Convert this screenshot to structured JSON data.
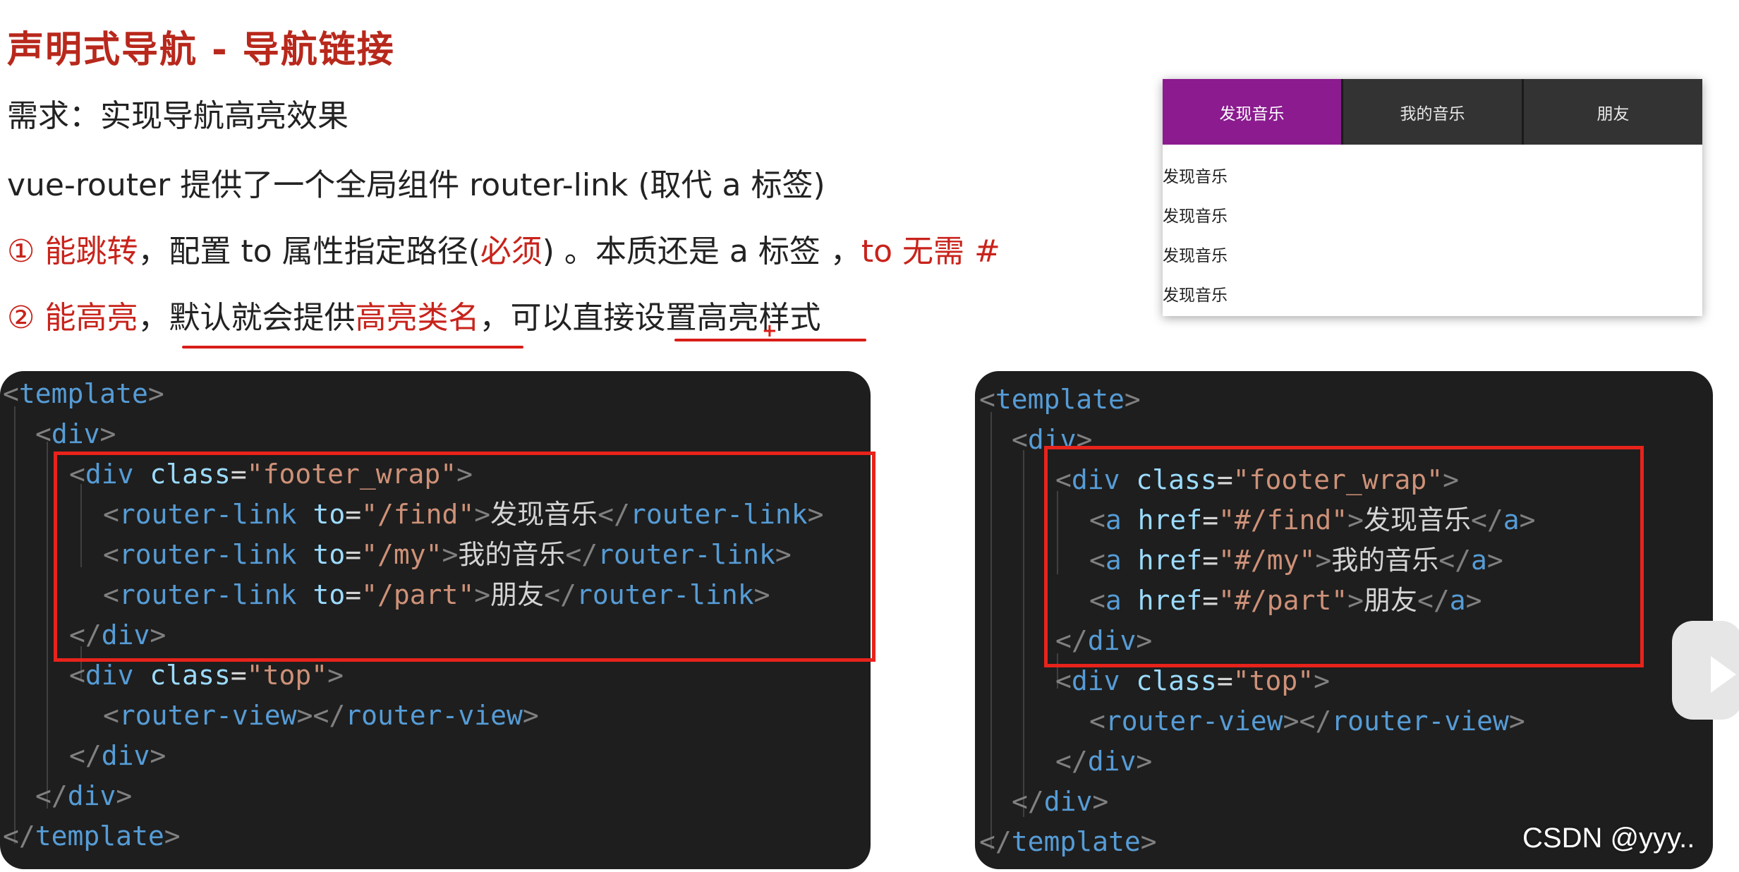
{
  "title": "声明式导航 - 导航链接",
  "requirement": "需求：实现导航高亮效果",
  "intro": "vue-router 提供了一个全局组件 router-link (取代 a 标签)",
  "point1": {
    "num": "①",
    "head": "能跳转",
    "mid": "，配置 to 属性指定路径(",
    "must": "必须",
    "tail": ") 。本质还是 a 标签 ，",
    "note": "to 无需 #"
  },
  "point2": {
    "num": "②",
    "head": "能高亮",
    "mid": "，默认就会提供",
    "hl": "高亮类名",
    "tail": "，可以直接设置高亮样式"
  },
  "preview": {
    "tabs": [
      "发现音乐",
      "我的音乐",
      "朋友"
    ],
    "active_tab": 0,
    "active_color": "#8b1b8f",
    "items": [
      "发现音乐",
      "发现音乐",
      "发现音乐",
      "发现音乐"
    ]
  },
  "code1": {
    "template": "template",
    "div": "div",
    "class_attr": "class",
    "footer_class": "\"footer_wrap\"",
    "link_tag": "router-link",
    "to_attr": "to",
    "links": [
      {
        "path": "\"/find\"",
        "text": "发现音乐"
      },
      {
        "path": "\"/my\"",
        "text": "我的音乐"
      },
      {
        "path": "\"/part\"",
        "text": "朋友"
      }
    ],
    "top_class": "\"top\"",
    "view_tag": "router-view"
  },
  "code2": {
    "template": "template",
    "div": "div",
    "class_attr": "class",
    "footer_class": "\"footer_wrap\"",
    "a_tag": "a",
    "href_attr": "href",
    "links": [
      {
        "path": "\"#/find\"",
        "text": "发现音乐"
      },
      {
        "path": "\"#/my\"",
        "text": "我的音乐"
      },
      {
        "path": "\"#/part\"",
        "text": "朋友"
      }
    ],
    "top_class": "\"top\"",
    "view_tag": "router-view"
  },
  "watermark": "CSDN @yyy.."
}
